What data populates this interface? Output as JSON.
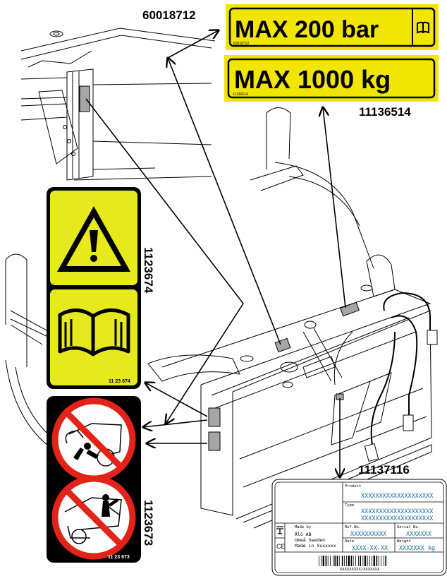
{
  "part_numbers": {
    "pressure_decal": "60018712",
    "load_decal": "11136514",
    "warning_decal": "1123674",
    "prohibition_decal": "1123673",
    "id_plate": "11137116"
  },
  "pressure_decal": {
    "text": "MAX 200 bar",
    "small_code": "60018712",
    "icon": "manual-book-icon"
  },
  "load_decal": {
    "text": "MAX 1000 kg",
    "small_code": "11136514"
  },
  "warning_decal": {
    "small_code": "11 23 674",
    "icons": [
      "warning-triangle-icon",
      "manual-book-icon"
    ],
    "color": "#e6ea1c"
  },
  "prohibition_decal": {
    "small_code": "11 23 673",
    "icons": [
      "no-crush-icon",
      "no-standing-under-icon"
    ],
    "color": "#e2231a"
  },
  "id_plate": {
    "product_label": "Product",
    "product_value": "XXXXXXXXXXXXXXXXXXXX",
    "type_label": "Type",
    "type_value_1": "XXXXXXXXXXXXXXXXXXXX",
    "type_value_2": "XXXXXXXXXXXXXXXXXXXX",
    "madeby_label": "Made by",
    "company": "Ålö AB",
    "city": "Umeå Sweden",
    "made_in": "Made in Xxxxxxx",
    "refno_label": "Ref.No.",
    "refno_value": "XXXXXXXXXX",
    "serial_label": "Serial No.",
    "serial_value": "XXXXXXX",
    "date_label": "Date",
    "date_value": "XXXX-XX-XX",
    "weight_label": "Weight",
    "weight_value": "XXXXXXX kg",
    "barcode_text": "XXXXXXXXX/XXXXXXX",
    "ce_mark": "CE"
  },
  "colors": {
    "decal_yellow": "#f2e500",
    "stop_red": "#e2231a",
    "ink": "#000000",
    "plate_blue": "#1a6fa0"
  }
}
